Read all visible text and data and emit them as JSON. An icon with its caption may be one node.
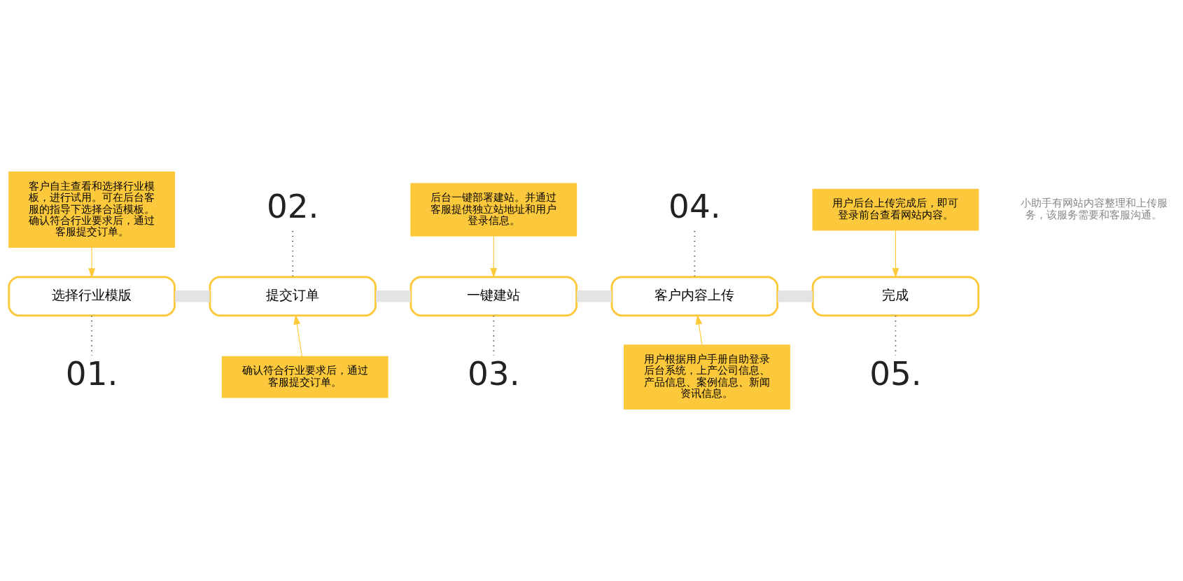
{
  "diagram": {
    "nodes": [
      {
        "text": [
          "客户自主查看和选择行业模板，进行试用。可在后台客服的指导下选择合适模板。确认符合行业要求后，通过客服提交订单。"
        ]
      },
      {
        "text": [
          "选择行业模版"
        ]
      },
      {
        "text": [
          "01."
        ]
      },
      {
        "text": [
          "02."
        ]
      },
      {
        "text": [
          "提交订单"
        ]
      },
      {
        "text": [
          "确认符合行业要求后，通过客服提交订单。"
        ]
      },
      {
        "text": [
          "后台一键部署建站。并通过客服提供独立站地址和用户登录信息。"
        ]
      },
      {
        "text": [
          "一键建站"
        ]
      },
      {
        "text": [
          "03."
        ]
      },
      {
        "text": [
          "04."
        ]
      },
      {
        "text": [
          "客户内容上传"
        ]
      },
      {
        "text": [
          "用户根据用户手册自助登录后台系统，上产公司信息、产品信息、案例信息、新闻资讯信息。"
        ]
      },
      {
        "text": [
          "用户后台上传完成后，即可登录前台查看网站内容。"
        ]
      },
      {
        "text": [
          "完成"
        ]
      },
      {
        "text": [
          "05."
        ]
      }
    ],
    "edges": [
      {
        "from": 1,
        "to": 4,
        "arrow": "none",
        "style": "thick",
        "color": "#e3e3e3"
      },
      {
        "from": 4,
        "to": 7,
        "arrow": "none",
        "style": "thick",
        "color": "#e3e3e3"
      },
      {
        "from": 7,
        "to": 10,
        "arrow": "none",
        "style": "thick",
        "color": "#e3e3e3"
      },
      {
        "from": 10,
        "to": 13,
        "arrow": "none",
        "style": "thick",
        "color": "#e3e3e3"
      },
      {
        "from": 0,
        "to": 1,
        "arrow": "to",
        "color": "#fdc93c"
      },
      {
        "from": 5,
        "to": 4,
        "arrow": "to",
        "color": "#fdc93c"
      },
      {
        "from": 6,
        "to": 7,
        "arrow": "to",
        "color": "#fdc93c"
      },
      {
        "from": 11,
        "to": 10,
        "arrow": "to",
        "color": "#fdc93c"
      },
      {
        "from": 12,
        "to": 13,
        "arrow": "to",
        "color": "#fdc93c"
      },
      {
        "from": 1,
        "to": 2,
        "arrow": "none",
        "style": "dashed",
        "color": "#333333"
      },
      {
        "from": 3,
        "to": 4,
        "arrow": "none",
        "style": "dashed",
        "color": "#333333"
      },
      {
        "from": 7,
        "to": 8,
        "arrow": "none",
        "style": "dashed",
        "color": "#333333"
      },
      {
        "from": 9,
        "to": 10,
        "arrow": "none",
        "style": "dashed",
        "color": "#333333"
      },
      {
        "from": 13,
        "to": 14,
        "arrow": "none",
        "style": "dashed",
        "color": "#333333"
      }
    ],
    "labels": [
      "小助手有网站内容整理和上传服务，该服务需要和客服沟通。"
    ]
  }
}
